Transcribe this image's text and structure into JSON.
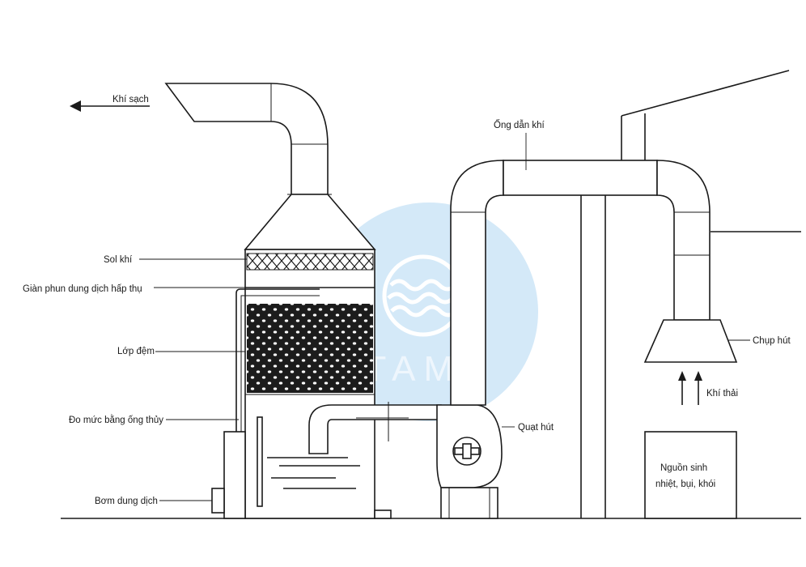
{
  "labels": {
    "clean_air": "Khí sạch",
    "aerosol": "Sol khí",
    "spray_rack": "Giàn phun dung dịch hấp thụ",
    "packing_layer": "Lớp đệm",
    "level_gauge": "Đo mức bằng ống thủy",
    "pump": "Bơm dung dịch",
    "duct": "Ống dẫn khí",
    "suction_fan": "Quạt hút",
    "hood": "Chụp hút",
    "exhaust_gas": "Khí thải",
    "source_line1": "Nguồn sinh",
    "source_line2": "nhiệt, bụi, khói"
  },
  "watermark": {
    "text": "TAMA",
    "color": "#cfe6f7",
    "icon": "wave-logo-icon"
  },
  "colors": {
    "line": "#1a1a1a",
    "packing_fill": "#1c1c1c",
    "watermark_circle": "#d4e9f8"
  }
}
